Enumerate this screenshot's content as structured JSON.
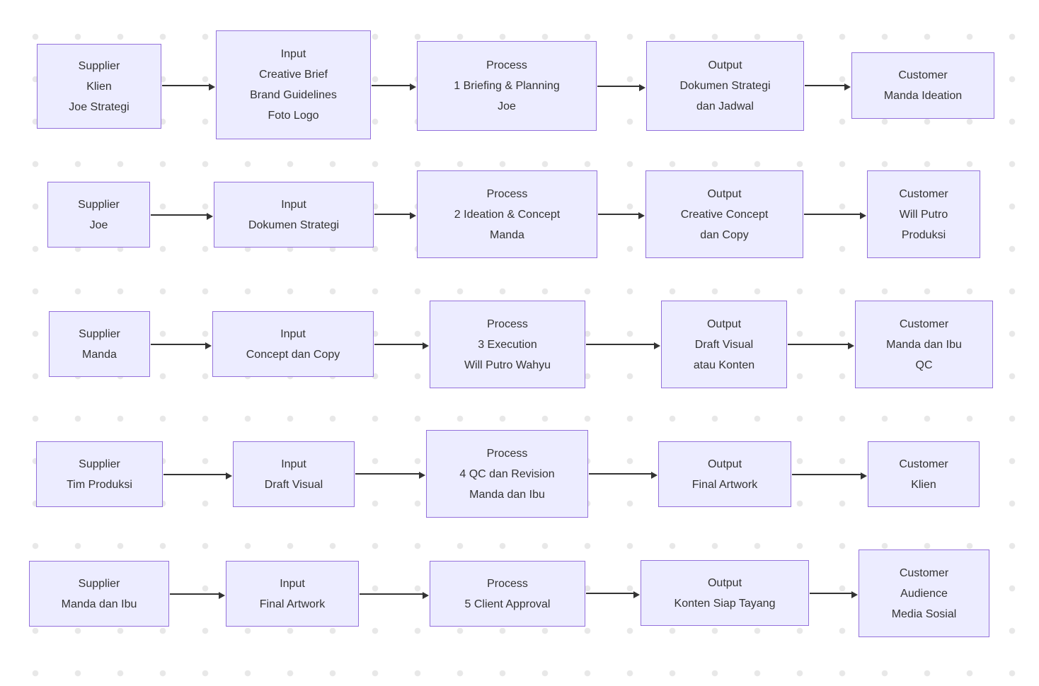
{
  "diagram": {
    "type": "sipoc-flowchart",
    "colors": {
      "node_fill": "#ECECFF",
      "node_border": "#9370DB",
      "text": "#333333",
      "arrow": "#333333",
      "background_dot": "#e8e8e8"
    },
    "rows": [
      {
        "nodes": [
          {
            "role": "supplier",
            "lines": [
              "Supplier",
              "Klien",
              "Joe Strategi"
            ]
          },
          {
            "role": "input",
            "lines": [
              "Input",
              "Creative Brief",
              "Brand Guidelines",
              "Foto Logo"
            ]
          },
          {
            "role": "process",
            "lines": [
              "Process",
              "1 Briefing & Planning",
              "Joe"
            ]
          },
          {
            "role": "output",
            "lines": [
              "Output",
              "Dokumen Strategi",
              "dan Jadwal"
            ]
          },
          {
            "role": "customer",
            "lines": [
              "Customer",
              "Manda Ideation"
            ]
          }
        ]
      },
      {
        "nodes": [
          {
            "role": "supplier",
            "lines": [
              "Supplier",
              "Joe"
            ]
          },
          {
            "role": "input",
            "lines": [
              "Input",
              "Dokumen Strategi"
            ]
          },
          {
            "role": "process",
            "lines": [
              "Process",
              "2 Ideation & Concept",
              "Manda"
            ]
          },
          {
            "role": "output",
            "lines": [
              "Output",
              "Creative Concept",
              "dan Copy"
            ]
          },
          {
            "role": "customer",
            "lines": [
              "Customer",
              "Will Putro",
              "Produksi"
            ]
          }
        ]
      },
      {
        "nodes": [
          {
            "role": "supplier",
            "lines": [
              "Supplier",
              "Manda"
            ]
          },
          {
            "role": "input",
            "lines": [
              "Input",
              "Concept dan Copy"
            ]
          },
          {
            "role": "process",
            "lines": [
              "Process",
              "3 Execution",
              "Will Putro Wahyu"
            ]
          },
          {
            "role": "output",
            "lines": [
              "Output",
              "Draft Visual",
              "atau Konten"
            ]
          },
          {
            "role": "customer",
            "lines": [
              "Customer",
              "Manda dan Ibu",
              "QC"
            ]
          }
        ]
      },
      {
        "nodes": [
          {
            "role": "supplier",
            "lines": [
              "Supplier",
              "Tim Produksi"
            ]
          },
          {
            "role": "input",
            "lines": [
              "Input",
              "Draft Visual"
            ]
          },
          {
            "role": "process",
            "lines": [
              "Process",
              "4 QC dan Revision",
              "Manda dan Ibu"
            ]
          },
          {
            "role": "output",
            "lines": [
              "Output",
              "Final Artwork"
            ]
          },
          {
            "role": "customer",
            "lines": [
              "Customer",
              "Klien"
            ]
          }
        ]
      },
      {
        "nodes": [
          {
            "role": "supplier",
            "lines": [
              "Supplier",
              "Manda dan Ibu"
            ]
          },
          {
            "role": "input",
            "lines": [
              "Input",
              "Final Artwork"
            ]
          },
          {
            "role": "process",
            "lines": [
              "Process",
              "5 Client Approval"
            ]
          },
          {
            "role": "output",
            "lines": [
              "Output",
              "Konten Siap Tayang"
            ]
          },
          {
            "role": "customer",
            "lines": [
              "Customer",
              "Audience",
              "Media Sosial"
            ]
          }
        ]
      }
    ]
  }
}
